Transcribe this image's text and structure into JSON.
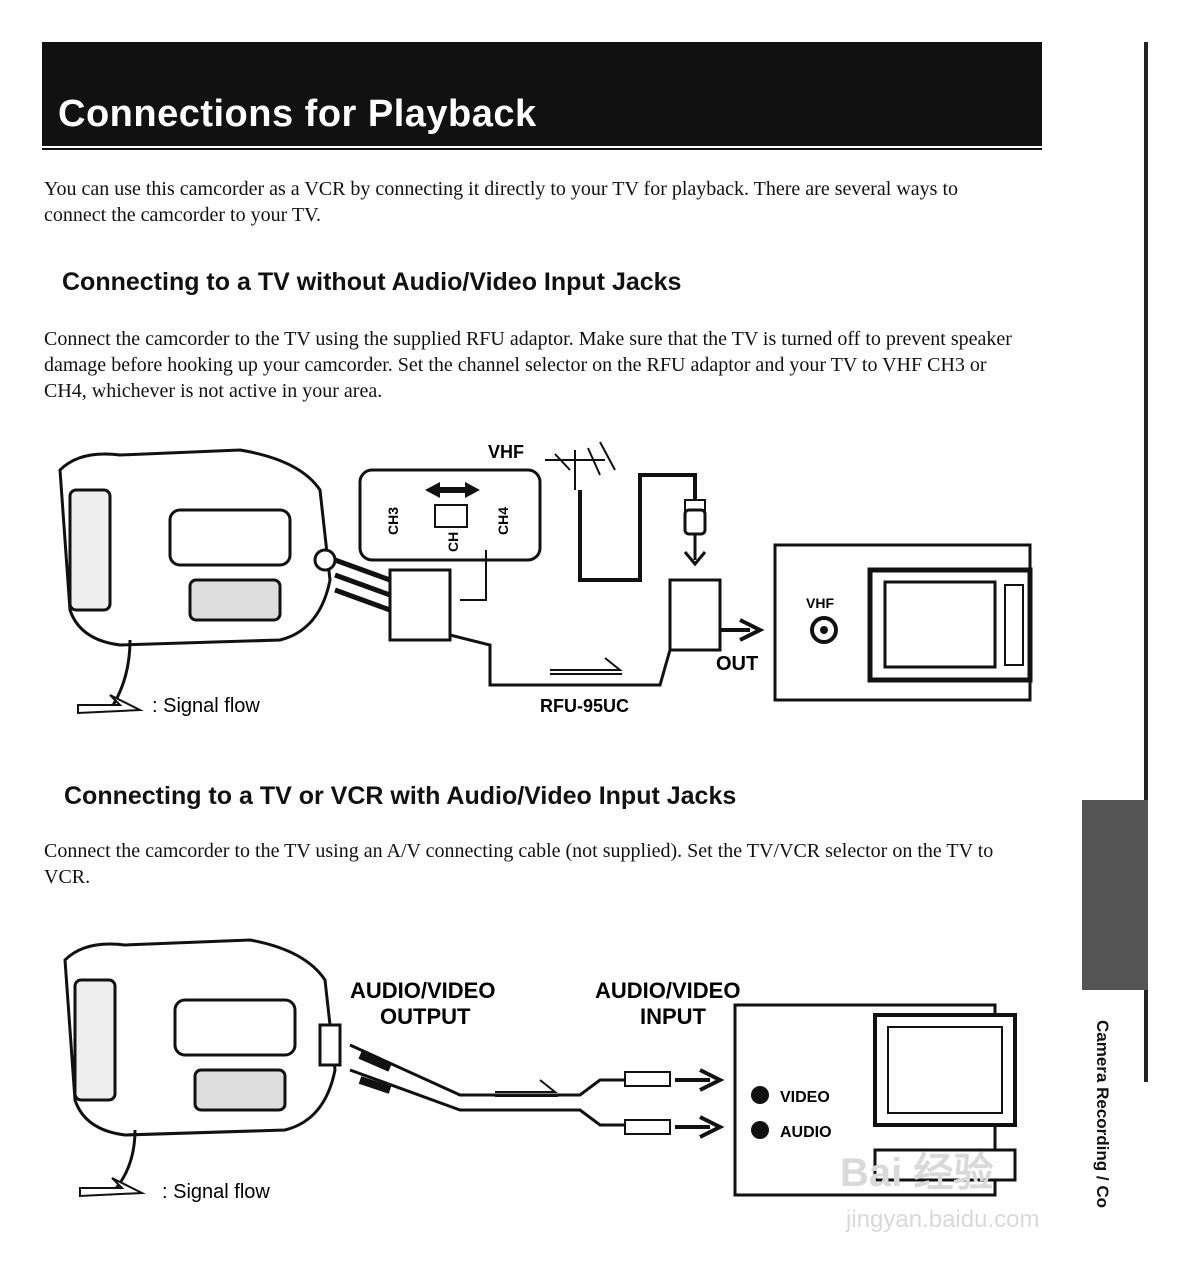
{
  "page": {
    "title": "Connections for Playback",
    "intro": "You can use this camcorder as a VCR by connecting it directly to your TV for playback. There are several ways to connect the camcorder to your TV."
  },
  "section1": {
    "heading": "Connecting to a TV without Audio/Video Input Jacks",
    "body": "Connect the camcorder to the TV using the supplied RFU adaptor. Make sure that the TV is turned off to prevent speaker damage before hooking up your camcorder. Set the channel selector on the RFU adaptor and your TV to VHF CH3 or CH4, whichever is not active in your area.",
    "diagram": {
      "vhf_label": "VHF",
      "ch3": "CH3",
      "ch4": "CH4",
      "ch": "CH",
      "tv_vhf": "VHF",
      "out_label": "OUT",
      "cable_label": "RFU-95UC",
      "legend": ": Signal flow"
    }
  },
  "section2": {
    "heading": "Connecting to a TV or VCR with Audio/Video Input Jacks",
    "body": "Connect the camcorder to the TV using an A/V connecting cable (not supplied). Set the TV/VCR selector on the TV to VCR.",
    "diagram": {
      "output_line1": "AUDIO/VIDEO",
      "output_line2": "OUTPUT",
      "input_line1": "AUDIO/VIDEO",
      "input_line2": "INPUT",
      "video": "VIDEO",
      "audio": "AUDIO",
      "legend": ": Signal flow"
    }
  },
  "side": {
    "tab_text": "Camera Recording / Co"
  },
  "watermark": {
    "text": "Bai 经验",
    "url": "jingyan.baidu.com"
  }
}
